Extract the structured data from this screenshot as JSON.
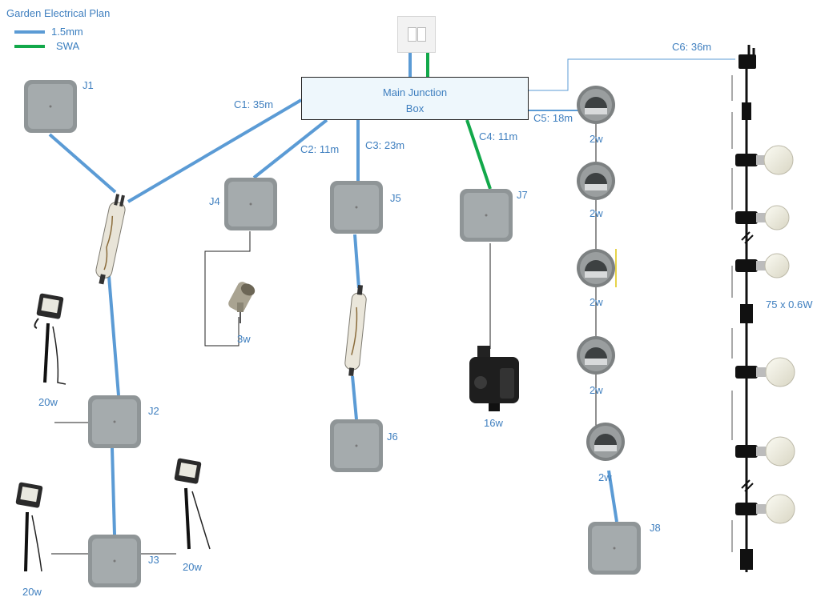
{
  "title": "Garden Electrical Plan",
  "legend": [
    {
      "label": "1.5mm",
      "color": "#5b9bd5"
    },
    {
      "label": "SWA",
      "color": "#12a84a"
    }
  ],
  "main_box": {
    "line1": "Main Junction",
    "line2": "Box"
  },
  "circuits": [
    {
      "id": "C1",
      "label": "C1: 35m"
    },
    {
      "id": "C2",
      "label": "C2: 11m"
    },
    {
      "id": "C3",
      "label": "C3: 23m"
    },
    {
      "id": "C4",
      "label": "C4: 11m"
    },
    {
      "id": "C5",
      "label": "C5: 18m"
    },
    {
      "id": "C6",
      "label": "C6: 36m"
    }
  ],
  "junctions": [
    "J1",
    "J2",
    "J3",
    "J4",
    "J5",
    "J6",
    "J7",
    "J8"
  ],
  "loads": {
    "flood_j2": "20w",
    "flood_j3_left": "20w",
    "flood_j3_right": "20w",
    "spot_j4": "3w",
    "pump_j7": "16w",
    "step_lights": [
      "2w",
      "2w",
      "2w",
      "2w",
      "2w"
    ],
    "festoon": "75 x 0.6W"
  },
  "colors": {
    "cable_1_5mm": "#5b9bd5",
    "cable_swa": "#12a84a",
    "box_grey": "#8e9496"
  }
}
